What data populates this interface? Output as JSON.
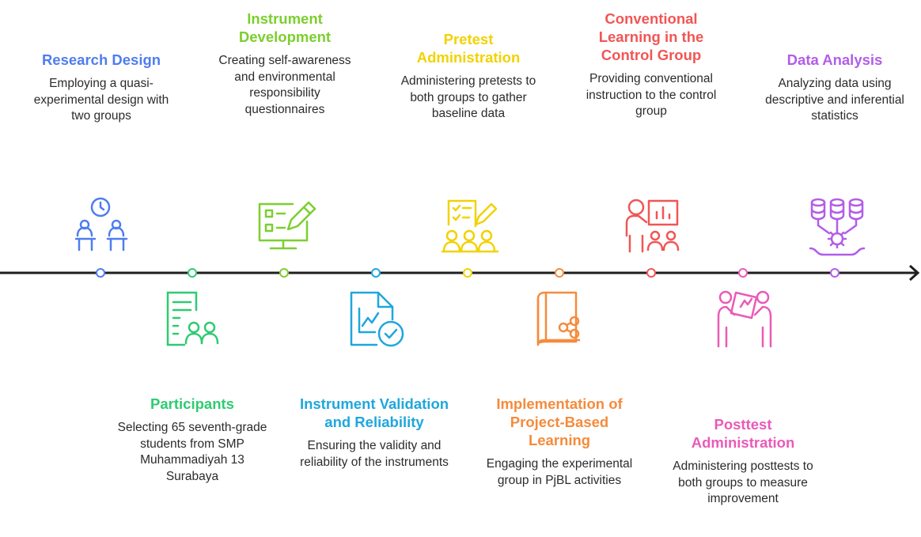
{
  "steps": [
    {
      "title": "Research Design",
      "desc": "Employing a quasi-experimental design with two groups",
      "color": "#4f7df0",
      "icon": "classroom-clock-icon"
    },
    {
      "title": "Participants",
      "desc": "Selecting 65 seventh-grade students from SMP Muhammadiyah 13 Surabaya",
      "color": "#2ecb71",
      "icon": "roster-document-icon"
    },
    {
      "title": "Instrument Development",
      "desc": "Creating self-awareness and environmental responsibility questionnaires",
      "color": "#7ccf2e",
      "icon": "monitor-edit-icon"
    },
    {
      "title": "Instrument Validation and Reliability",
      "desc": "Ensuring the validity and reliability of the instruments",
      "color": "#1ea7dd",
      "icon": "chart-check-icon"
    },
    {
      "title": "Pretest Administration",
      "desc": "Administering pretests to both groups to gather baseline data",
      "color": "#f2d200",
      "icon": "checklist-group-icon"
    },
    {
      "title": "Implementation of Project-Based Learning",
      "desc": "Engaging the experimental group in PjBL activities",
      "color": "#f58b3c",
      "icon": "book-share-icon"
    },
    {
      "title": "Conventional Learning in the Control Group",
      "desc": "Providing conventional instruction to the control group",
      "color": "#f25555",
      "icon": "presentation-board-icon"
    },
    {
      "title": "Posttest Administration",
      "desc": "Administering posttests to both groups to measure improvement",
      "color": "#ea5ab8",
      "icon": "people-chart-icon"
    },
    {
      "title": "Data Analysis",
      "desc": "Analyzing data using descriptive and inferential statistics",
      "color": "#b25de8",
      "icon": "database-analysis-icon"
    }
  ]
}
